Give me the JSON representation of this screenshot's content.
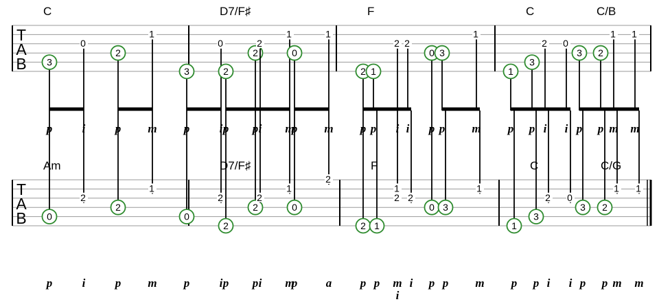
{
  "tab_label": [
    "T",
    "A",
    "B"
  ],
  "colors": {
    "circle": "#2e8b2e",
    "staff_line": "#9a9a9a",
    "ink": "#000000"
  },
  "systems": [
    {
      "measures": [
        {
          "chords": [
            "C"
          ],
          "notes": [
            {
              "s": 5,
              "f": "3",
              "c": true,
              "fg": "p"
            },
            {
              "s": 3,
              "f": "0",
              "c": false,
              "fg": "i"
            },
            {
              "s": 4,
              "f": "2",
              "c": true,
              "fg": "p"
            },
            {
              "s": 2,
              "f": "1",
              "c": false,
              "fg": "m"
            },
            {
              "s": 6,
              "f": "3",
              "c": true,
              "fg": "p"
            },
            {
              "s": 3,
              "f": "0",
              "c": false,
              "fg": "i"
            },
            {
              "s": 4,
              "f": "2",
              "c": true,
              "fg": "p"
            },
            {
              "s": 2,
              "f": "1",
              "c": false,
              "fg": "m"
            }
          ]
        },
        {
          "chords": [
            "D7/F♯"
          ],
          "notes": [
            {
              "s": 6,
              "f": "2",
              "c": true,
              "fg": "p"
            },
            {
              "s": 3,
              "f": "2",
              "c": false,
              "fg": "i"
            },
            {
              "s": 4,
              "f": "0",
              "c": true,
              "fg": "p"
            },
            {
              "s": 2,
              "f": "1",
              "c": false,
              "fg": "m"
            },
            {
              "s": 6,
              "f": "2",
              "c": true,
              "fg": "p"
            },
            {
              "s": 3,
              "f": "2",
              "c": false,
              "fg": "i"
            },
            {
              "s": 4,
              "f": "0",
              "c": true,
              "fg": "p"
            }
          ]
        },
        {
          "chords": [
            "F"
          ],
          "notes": [
            {
              "s": 6,
              "f": "1",
              "c": true,
              "fg": "p"
            },
            {
              "s": 3,
              "f": "2",
              "c": false,
              "fg": "i"
            },
            {
              "s": 4,
              "f": "3",
              "c": true,
              "fg": "p"
            },
            {
              "s": 2,
              "f": "1",
              "c": false,
              "fg": "m"
            },
            {
              "s": 6,
              "f": "1",
              "c": true,
              "fg": "p"
            },
            {
              "s": 3,
              "f": "2",
              "c": false,
              "fg": "i"
            },
            {
              "s": 4,
              "f": "3",
              "c": true,
              "fg": "p"
            },
            {
              "s": 2,
              "f": "1",
              "c": false,
              "fg": "m"
            }
          ]
        },
        {
          "chords": [
            "C",
            "C/B"
          ],
          "notes": [
            {
              "s": 5,
              "f": "3",
              "c": true,
              "fg": "p"
            },
            {
              "s": 3,
              "f": "0",
              "c": false,
              "fg": "i"
            },
            {
              "s": 4,
              "f": "2",
              "c": true,
              "fg": "p"
            },
            {
              "s": 2,
              "f": "1",
              "c": false,
              "fg": "m"
            },
            {
              "s": 5,
              "f": "2",
              "c": true,
              "fg": "p"
            },
            {
              "s": 3,
              "f": "0",
              "c": false,
              "fg": "i"
            },
            {
              "s": 4,
              "f": "0",
              "c": true,
              "fg": "p"
            },
            {
              "s": 2,
              "f": "1",
              "c": false,
              "fg": "m"
            }
          ]
        }
      ]
    },
    {
      "measures": [
        {
          "chords": [
            "Am"
          ],
          "notes": [
            {
              "s": 5,
              "f": "0",
              "c": true,
              "fg": "p"
            },
            {
              "s": 3,
              "f": "2",
              "c": false,
              "fg": "i"
            },
            {
              "s": 4,
              "f": "2",
              "c": true,
              "fg": "p"
            },
            {
              "s": 2,
              "f": "1",
              "c": false,
              "fg": "m"
            },
            {
              "s": 5,
              "f": "0",
              "c": true,
              "fg": "p"
            },
            {
              "s": 3,
              "f": "2",
              "c": false,
              "fg": "i"
            },
            {
              "s": 4,
              "f": "2",
              "c": true,
              "fg": "p"
            },
            {
              "s": 2,
              "f": "1",
              "c": false,
              "fg": "m"
            }
          ]
        },
        {
          "chords": [
            "D7/F♯"
          ],
          "notes": [
            {
              "s": 6,
              "f": "2",
              "c": true,
              "fg": "p"
            },
            {
              "s": 3,
              "f": "2",
              "c": false,
              "fg": "i"
            },
            {
              "s": 4,
              "f": "0",
              "c": true,
              "fg": "p"
            },
            {
              "s": 1,
              "f": "2",
              "c": false,
              "fg": "a"
            },
            {
              "s": 6,
              "f": "2",
              "c": true,
              "fg": "p"
            },
            {
              "s": 2,
              "f": "1",
              "c": false,
              "fg": "m",
              "fg2": "i",
              "s2": 3,
              "f2": "2"
            },
            {
              "s": 4,
              "f": "0",
              "c": true,
              "fg": "p"
            }
          ]
        },
        {
          "chords": [
            "F"
          ],
          "notes": [
            {
              "s": 6,
              "f": "1",
              "c": true,
              "fg": "p"
            },
            {
              "s": 3,
              "f": "2",
              "c": false,
              "fg": "i"
            },
            {
              "s": 4,
              "f": "3",
              "c": true,
              "fg": "p"
            },
            {
              "s": 2,
              "f": "1",
              "c": false,
              "fg": "m"
            },
            {
              "s": 6,
              "f": "1",
              "c": true,
              "fg": "p"
            },
            {
              "s": 3,
              "f": "2",
              "c": false,
              "fg": "i"
            },
            {
              "s": 4,
              "f": "3",
              "c": true,
              "fg": "p"
            },
            {
              "s": 2,
              "f": "1",
              "c": false,
              "fg": "m"
            }
          ]
        },
        {
          "chords": [
            "C",
            "C/G"
          ],
          "notes": [
            {
              "s": 5,
              "f": "3",
              "c": true,
              "fg": "p"
            },
            {
              "s": 3,
              "f": "0",
              "c": false,
              "fg": "i"
            },
            {
              "s": 4,
              "f": "2",
              "c": true,
              "fg": "p"
            },
            {
              "s": 2,
              "f": "1",
              "c": false,
              "fg": "m"
            },
            {
              "s": 6,
              "f": "3",
              "c": true,
              "fg": "p"
            },
            {
              "s": 3,
              "f": "0",
              "c": false,
              "fg": "i"
            },
            {
              "s": 4,
              "f": "2",
              "c": true,
              "fg": "p"
            }
          ]
        }
      ]
    }
  ]
}
